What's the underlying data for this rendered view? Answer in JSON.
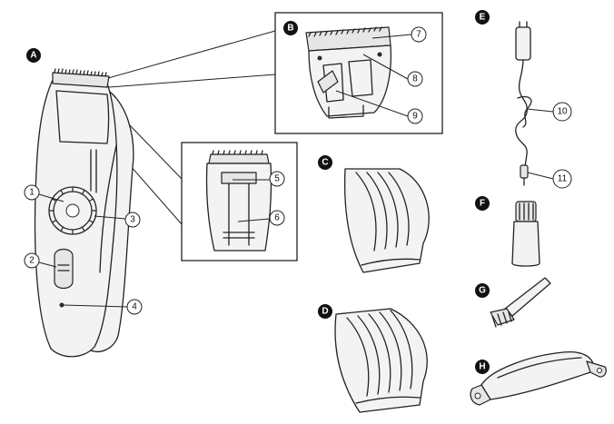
{
  "parts": {
    "A": "A",
    "B": "B",
    "C": "C",
    "D": "D",
    "E": "E",
    "F": "F",
    "G": "G",
    "H": "H"
  },
  "callouts": [
    "1",
    "2",
    "3",
    "4",
    "5",
    "6",
    "7",
    "8",
    "9",
    "10",
    "11"
  ]
}
